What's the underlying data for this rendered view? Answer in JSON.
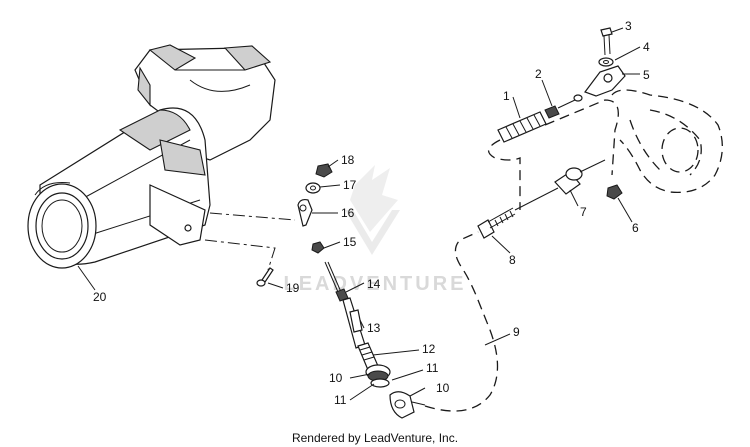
{
  "callouts": [
    {
      "id": "c1",
      "text": "1"
    },
    {
      "id": "c2",
      "text": "2"
    },
    {
      "id": "c3",
      "text": "3"
    },
    {
      "id": "c4",
      "text": "4"
    },
    {
      "id": "c5",
      "text": "5"
    },
    {
      "id": "c6",
      "text": "6"
    },
    {
      "id": "c7",
      "text": "7"
    },
    {
      "id": "c8",
      "text": "8"
    },
    {
      "id": "c9",
      "text": "9"
    },
    {
      "id": "c10a",
      "text": "10"
    },
    {
      "id": "c10b",
      "text": "10"
    },
    {
      "id": "c11a",
      "text": "11"
    },
    {
      "id": "c11b",
      "text": "11"
    },
    {
      "id": "c12",
      "text": "12"
    },
    {
      "id": "c13",
      "text": "13"
    },
    {
      "id": "c14",
      "text": "14"
    },
    {
      "id": "c15",
      "text": "15"
    },
    {
      "id": "c16",
      "text": "16"
    },
    {
      "id": "c17",
      "text": "17"
    },
    {
      "id": "c18",
      "text": "18"
    },
    {
      "id": "c19",
      "text": "19"
    },
    {
      "id": "c20",
      "text": "20"
    }
  ],
  "watermark": "LEADVENTURE",
  "footer": "Rendered by LeadVenture, Inc."
}
